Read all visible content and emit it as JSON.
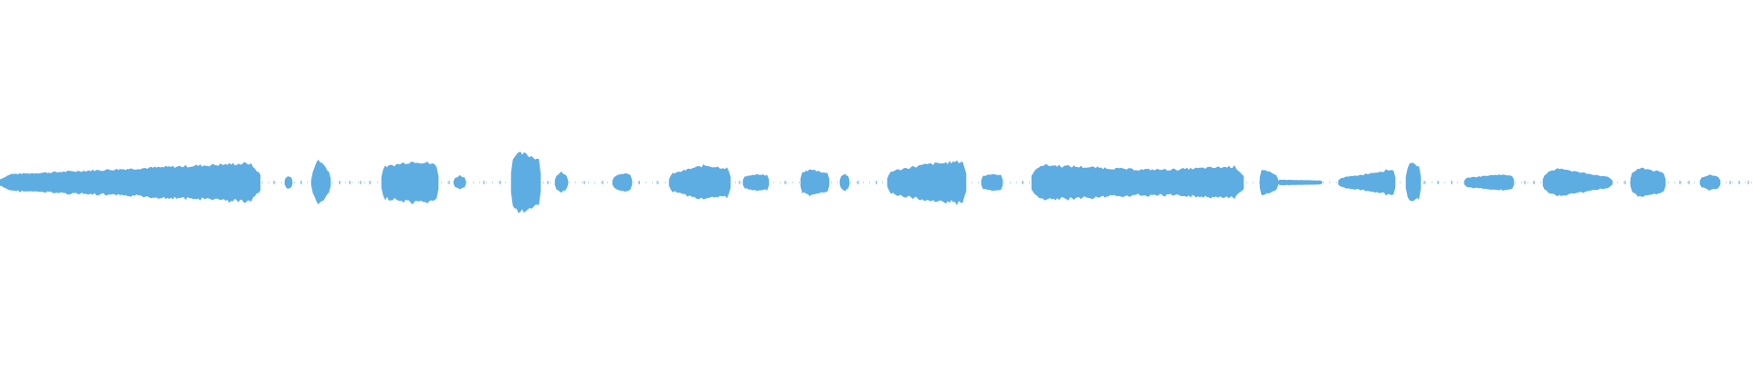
{
  "waveform": {
    "color": "#5DADE2",
    "max_amplitude": 1.0,
    "duration_units": 1920,
    "segments": [
      {
        "start": 0,
        "end": 285,
        "profile": [
          0.18,
          0.22,
          0.26,
          0.3,
          0.34,
          0.38,
          0.42,
          0.46
        ]
      },
      {
        "start": 312,
        "end": 320,
        "profile": [
          0.1,
          0.14,
          0.1
        ]
      },
      {
        "start": 341,
        "end": 362,
        "profile": [
          0.12,
          0.55,
          0.4,
          0.2
        ]
      },
      {
        "start": 418,
        "end": 480,
        "profile": [
          0.35,
          0.4,
          0.46,
          0.5,
          0.46,
          0.4
        ]
      },
      {
        "start": 497,
        "end": 510,
        "profile": [
          0.08,
          0.16,
          0.1
        ]
      },
      {
        "start": 560,
        "end": 592,
        "profile": [
          0.58,
          0.68,
          0.62,
          0.54
        ]
      },
      {
        "start": 608,
        "end": 622,
        "profile": [
          0.14,
          0.24,
          0.12
        ]
      },
      {
        "start": 671,
        "end": 692,
        "profile": [
          0.12,
          0.22,
          0.16
        ]
      },
      {
        "start": 733,
        "end": 800,
        "profile": [
          0.18,
          0.26,
          0.34,
          0.4,
          0.36,
          0.32
        ]
      },
      {
        "start": 814,
        "end": 842,
        "profile": [
          0.14,
          0.18,
          0.16
        ]
      },
      {
        "start": 877,
        "end": 908,
        "profile": [
          0.22,
          0.3,
          0.26,
          0.2
        ]
      },
      {
        "start": 920,
        "end": 930,
        "profile": [
          0.12,
          0.2,
          0.12
        ]
      },
      {
        "start": 972,
        "end": 1058,
        "profile": [
          0.24,
          0.34,
          0.42,
          0.46,
          0.5
        ]
      },
      {
        "start": 1075,
        "end": 1098,
        "profile": [
          0.14,
          0.2,
          0.16
        ]
      },
      {
        "start": 1130,
        "end": 1362,
        "profile": [
          0.42,
          0.38,
          0.34,
          0.3,
          0.3,
          0.34,
          0.38
        ]
      },
      {
        "start": 1380,
        "end": 1400,
        "profile": [
          0.3,
          0.24,
          0.14
        ]
      },
      {
        "start": 1400,
        "end": 1448,
        "profile": [
          0.06,
          0.05,
          0.04
        ]
      },
      {
        "start": 1466,
        "end": 1528,
        "profile": [
          0.1,
          0.16,
          0.24,
          0.32
        ]
      },
      {
        "start": 1540,
        "end": 1556,
        "profile": [
          0.32,
          0.5,
          0.3
        ]
      },
      {
        "start": 1604,
        "end": 1658,
        "profile": [
          0.1,
          0.14,
          0.18,
          0.16
        ]
      },
      {
        "start": 1690,
        "end": 1766,
        "profile": [
          0.18,
          0.34,
          0.24,
          0.18,
          0.1
        ]
      },
      {
        "start": 1786,
        "end": 1824,
        "profile": [
          0.22,
          0.34,
          0.28,
          0.2
        ]
      },
      {
        "start": 1862,
        "end": 1884,
        "profile": [
          0.1,
          0.18,
          0.12
        ]
      }
    ],
    "baseline_ticks": [
      300,
      330,
      372,
      383,
      395,
      405,
      492,
      530,
      548,
      600,
      640,
      660,
      700,
      720,
      760,
      810,
      860,
      940,
      960,
      1120,
      1430,
      1560,
      1575,
      1590,
      1670,
      1680,
      1780,
      1840,
      1850,
      1895,
      1905,
      1915
    ]
  }
}
